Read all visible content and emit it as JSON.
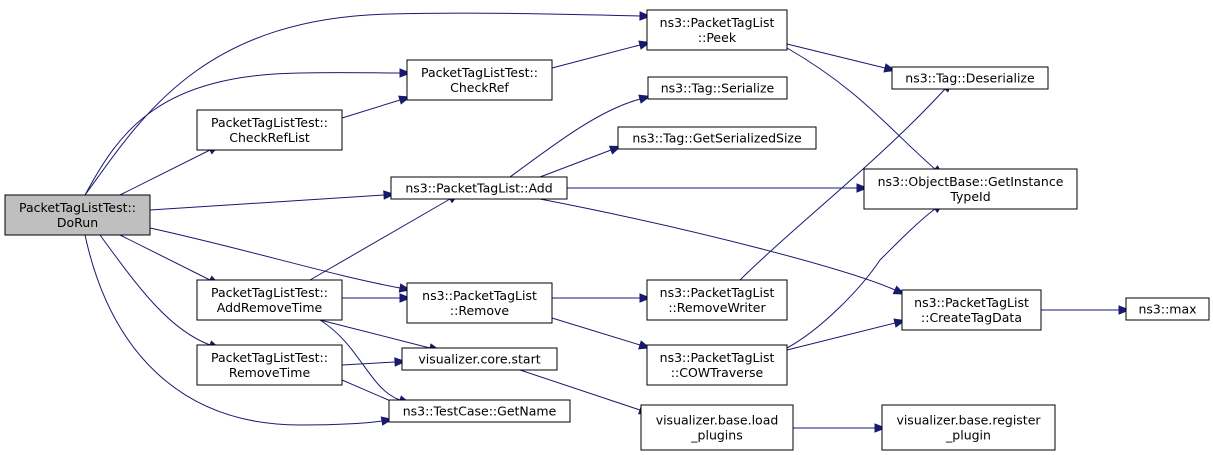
{
  "diagram": {
    "edge_color": "#191970",
    "root_fill": "#bfbfbf",
    "nodes": [
      {
        "id": "dorun",
        "lines": [
          "PacketTagListTest::",
          "DoRun"
        ],
        "root": true
      },
      {
        "id": "peek",
        "lines": [
          "ns3::PacketTagList",
          "::Peek"
        ]
      },
      {
        "id": "checkref",
        "lines": [
          "PacketTagListTest::",
          "CheckRef"
        ]
      },
      {
        "id": "checkreflist",
        "lines": [
          "PacketTagListTest::",
          "CheckRefList"
        ]
      },
      {
        "id": "add",
        "lines": [
          "ns3::PacketTagList::Add"
        ]
      },
      {
        "id": "serialize",
        "lines": [
          "ns3::Tag::Serialize"
        ]
      },
      {
        "id": "getsersize",
        "lines": [
          "ns3::Tag::GetSerializedSize"
        ]
      },
      {
        "id": "deserialize",
        "lines": [
          "ns3::Tag::Deserialize"
        ]
      },
      {
        "id": "getinstance",
        "lines": [
          "ns3::ObjectBase::GetInstance",
          "TypeId"
        ]
      },
      {
        "id": "addremovetime",
        "lines": [
          "PacketTagListTest::",
          "AddRemoveTime"
        ]
      },
      {
        "id": "remove",
        "lines": [
          "ns3::PacketTagList",
          "::Remove"
        ]
      },
      {
        "id": "removewriter",
        "lines": [
          "ns3::PacketTagList",
          "::RemoveWriter"
        ]
      },
      {
        "id": "createtagdata",
        "lines": [
          "ns3::PacketTagList",
          "::CreateTagData"
        ]
      },
      {
        "id": "max",
        "lines": [
          "ns3::max"
        ]
      },
      {
        "id": "removetime",
        "lines": [
          "PacketTagListTest::",
          "RemoveTime"
        ]
      },
      {
        "id": "vcstart",
        "lines": [
          "visualizer.core.start"
        ]
      },
      {
        "id": "cowtraverse",
        "lines": [
          "ns3::PacketTagList",
          "::COWTraverse"
        ]
      },
      {
        "id": "getname",
        "lines": [
          "ns3::TestCase::GetName"
        ]
      },
      {
        "id": "loadplugins",
        "lines": [
          "visualizer.base.load",
          "_plugins"
        ]
      },
      {
        "id": "registerplugin",
        "lines": [
          "visualizer.base.register",
          "_plugin"
        ]
      }
    ],
    "edges": [
      {
        "from": "dorun",
        "to": "peek"
      },
      {
        "from": "dorun",
        "to": "checkref"
      },
      {
        "from": "dorun",
        "to": "checkreflist"
      },
      {
        "from": "dorun",
        "to": "add"
      },
      {
        "from": "dorun",
        "to": "addremovetime"
      },
      {
        "from": "dorun",
        "to": "remove"
      },
      {
        "from": "dorun",
        "to": "removetime"
      },
      {
        "from": "dorun",
        "to": "getname"
      },
      {
        "from": "checkreflist",
        "to": "checkref"
      },
      {
        "from": "checkref",
        "to": "peek"
      },
      {
        "from": "peek",
        "to": "deserialize"
      },
      {
        "from": "peek",
        "to": "getinstance"
      },
      {
        "from": "add",
        "to": "serialize"
      },
      {
        "from": "add",
        "to": "getsersize"
      },
      {
        "from": "add",
        "to": "getinstance"
      },
      {
        "from": "add",
        "to": "createtagdata"
      },
      {
        "from": "addremovetime",
        "to": "add"
      },
      {
        "from": "addremovetime",
        "to": "remove"
      },
      {
        "from": "addremovetime",
        "to": "vcstart"
      },
      {
        "from": "addremovetime",
        "to": "getname"
      },
      {
        "from": "remove",
        "to": "removewriter"
      },
      {
        "from": "remove",
        "to": "cowtraverse"
      },
      {
        "from": "removewriter",
        "to": "deserialize"
      },
      {
        "from": "cowtraverse",
        "to": "getinstance"
      },
      {
        "from": "cowtraverse",
        "to": "createtagdata"
      },
      {
        "from": "createtagdata",
        "to": "max"
      },
      {
        "from": "removetime",
        "to": "vcstart"
      },
      {
        "from": "removetime",
        "to": "getname"
      },
      {
        "from": "vcstart",
        "to": "loadplugins"
      },
      {
        "from": "loadplugins",
        "to": "registerplugin"
      }
    ]
  }
}
